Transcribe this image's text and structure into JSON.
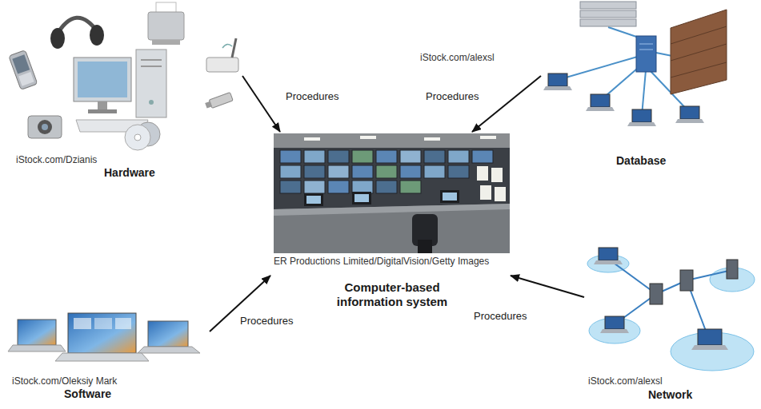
{
  "diagram": {
    "nodes": [
      {
        "text": [
          "iStock.com/Dzianis",
          "Hardware"
        ]
      },
      {
        "text": [
          "iStock.com/alexsl",
          "Database"
        ]
      },
      {
        "text": [
          "ER Productions Limited/DigitalVision/Getty Images",
          "Computer-based information system"
        ]
      },
      {
        "text": [
          "iStock.com/Oleksiy Mark",
          "Software"
        ]
      },
      {
        "text": [
          "iStock.com/alexsl",
          "Network"
        ]
      }
    ],
    "edges": [
      {
        "from": 0,
        "to": 2,
        "label": "Procedures",
        "arrow": "to"
      },
      {
        "from": 1,
        "to": 2,
        "label": "Procedures",
        "arrow": "to"
      },
      {
        "from": 3,
        "to": 2,
        "label": "Procedures",
        "arrow": "to"
      },
      {
        "from": 4,
        "to": 2,
        "label": "Procedures",
        "arrow": "to"
      }
    ]
  }
}
